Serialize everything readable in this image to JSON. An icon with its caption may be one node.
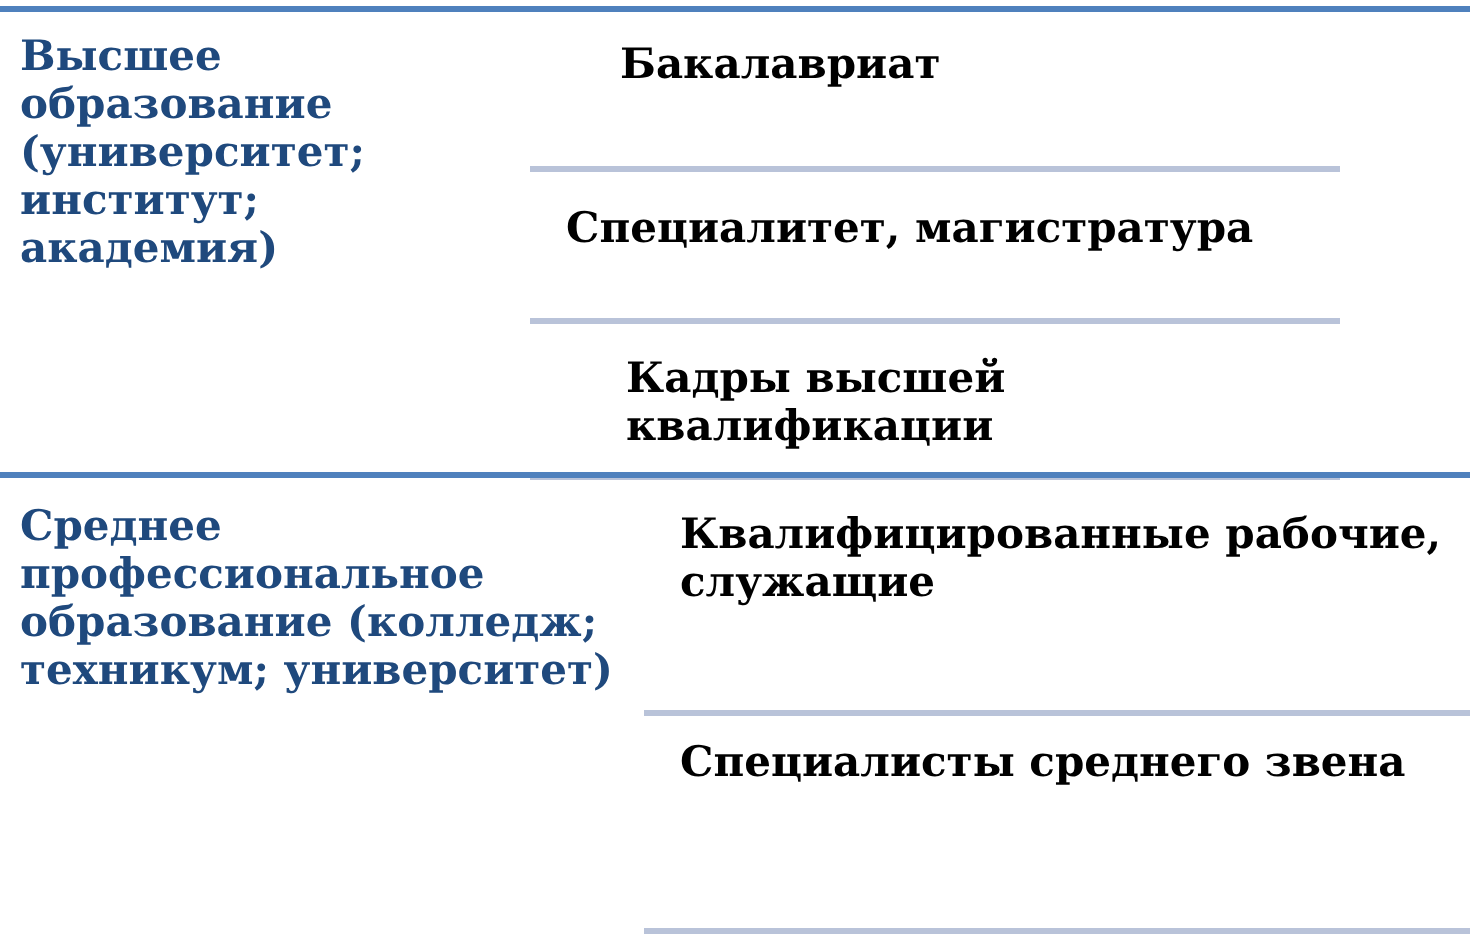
{
  "diagram": {
    "nodes": [
      {
        "text": [
          "Высшее образование (университет; институт; академия)"
        ]
      },
      {
        "text": [
          "Бакалавриат"
        ],
        "in": 0
      },
      {
        "text": [
          "Специалитет, магистратура"
        ],
        "in": 0
      },
      {
        "text": [
          "Кадры высшей квалификации"
        ],
        "in": 0
      },
      {
        "text": [
          "Среднее профессиональное образование (колледж; техникум; университет)"
        ]
      },
      {
        "text": [
          "Квалифицированные рабочие, служащие"
        ],
        "in": 4
      },
      {
        "text": [
          "Специалисты среднего звена"
        ],
        "in": 4
      }
    ]
  }
}
